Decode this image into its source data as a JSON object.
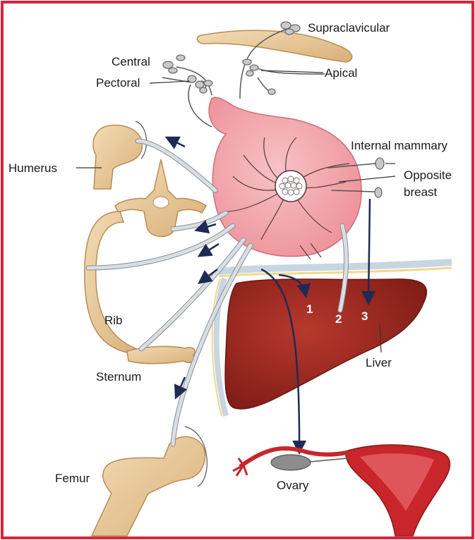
{
  "labels": {
    "supraclavicular": "Supraclavicular",
    "central": "Central",
    "pectoral": "Pectoral",
    "apical": "Apical",
    "internal_mammary": "Internal mammary",
    "opposite_line1": "Opposite",
    "opposite_line2": "breast",
    "humerus": "Humerus",
    "rib": "Rib",
    "sternum": "Sternum",
    "liver": "Liver",
    "femur": "Femur",
    "ovary": "Ovary"
  },
  "route_numbers": [
    "1",
    "2",
    "3"
  ],
  "colors": {
    "frame": "#d9243c",
    "breast": "#f4a7ad",
    "bone": "#e8c89a",
    "liver": "#9e2a22",
    "uterus": "#c8262a",
    "vessel": "#d8dee3",
    "arrow": "#1f2a55",
    "node": "#c9c9c9"
  }
}
